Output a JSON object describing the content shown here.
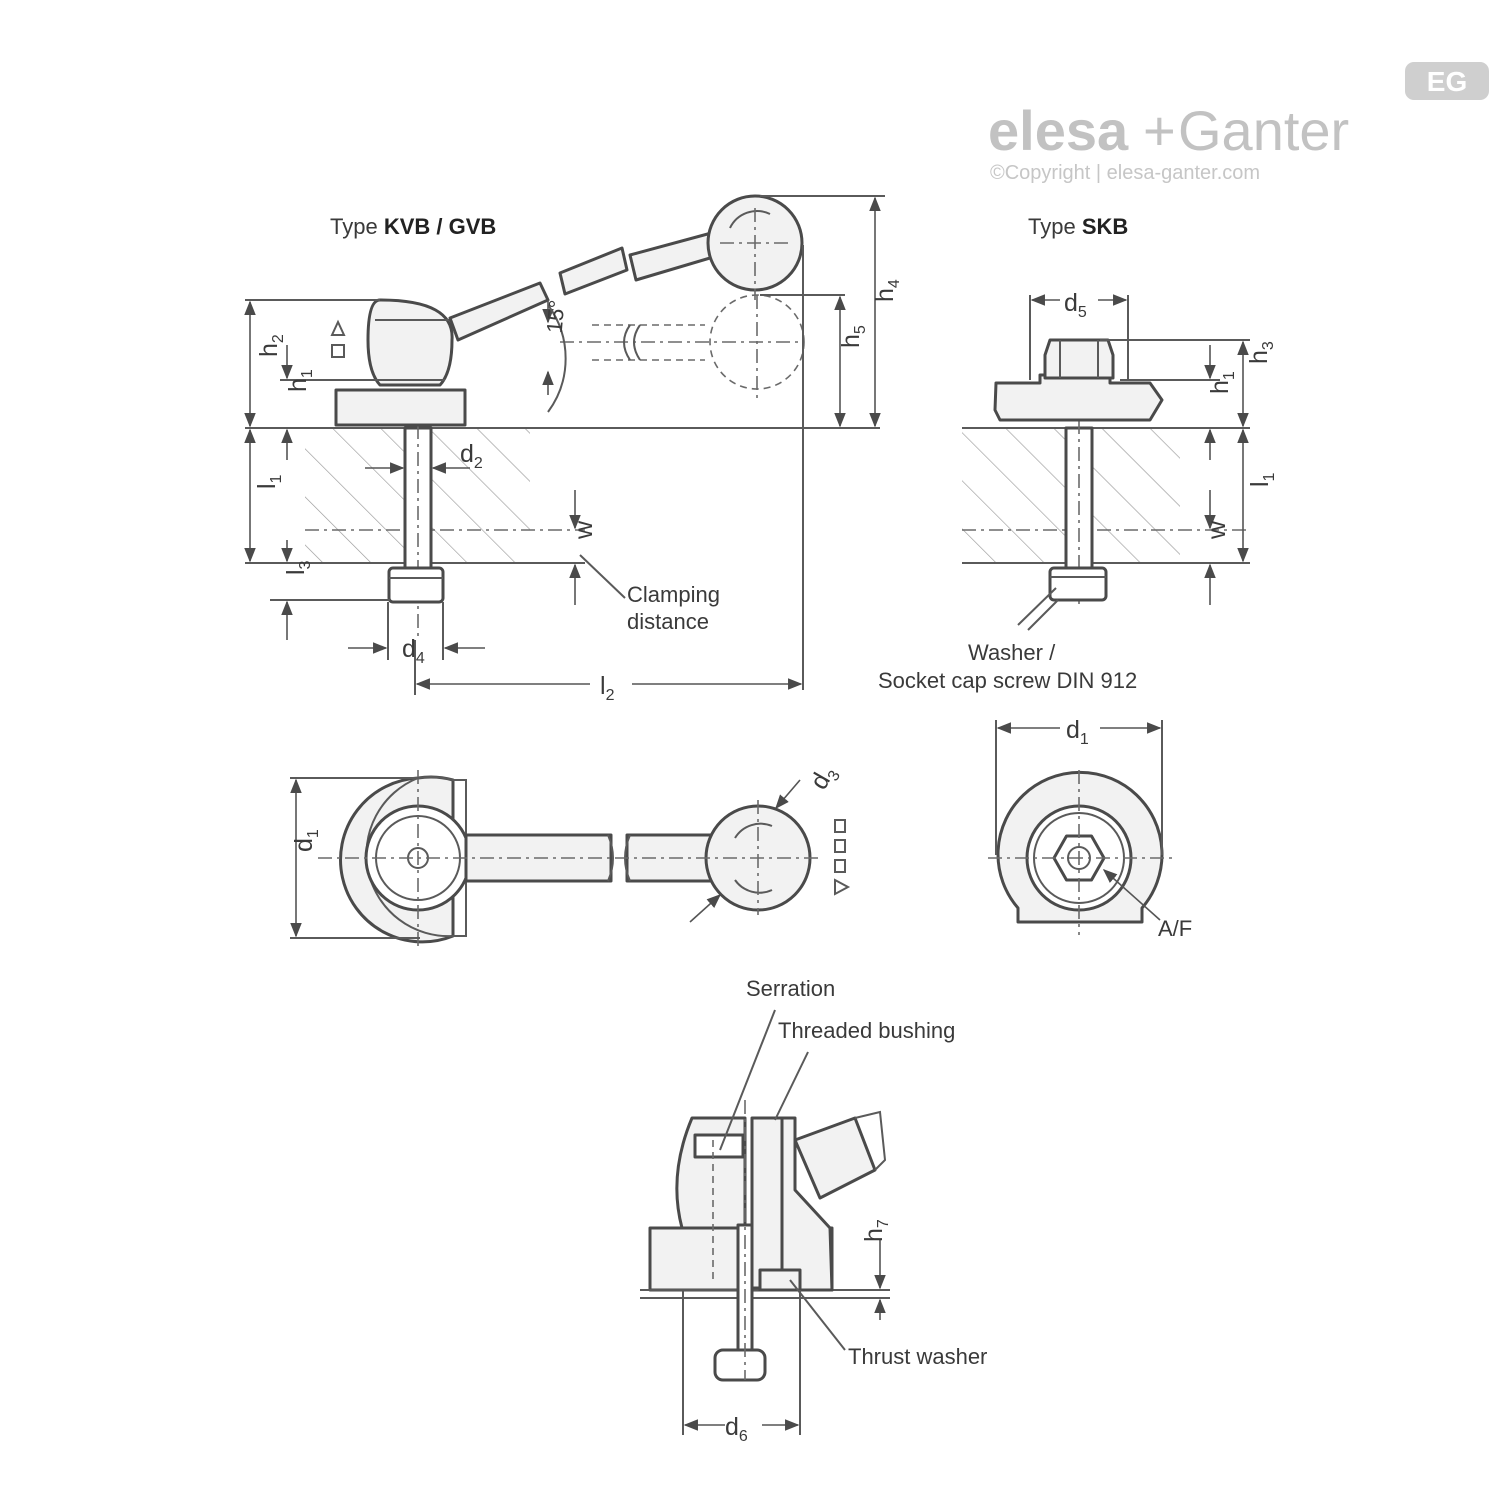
{
  "brand": {
    "name_1": "elesa",
    "plus": "+",
    "name_2": "Ganter",
    "badge": "EG",
    "copyright": "©Copyright | elesa-ganter.com"
  },
  "titles": {
    "kvb_prefix": "Type ",
    "kvb_bold": "KVB / GVB",
    "skb_prefix": "Type ",
    "skb_bold": "SKB"
  },
  "callouts": {
    "clamping_1": "Clamping",
    "clamping_2": "distance",
    "washer_1": "Washer /",
    "washer_2": "Socket cap screw DIN 912",
    "af": "A/F",
    "serration": "Serration",
    "threaded_bushing": "Threaded bushing",
    "thrust_washer": "Thrust washer",
    "angle": "15°"
  },
  "dims": {
    "h1": {
      "base": "h",
      "sub": "1"
    },
    "h2": {
      "base": "h",
      "sub": "2"
    },
    "h3": {
      "base": "h",
      "sub": "3"
    },
    "h4": {
      "base": "h",
      "sub": "4"
    },
    "h5": {
      "base": "h",
      "sub": "5"
    },
    "h7": {
      "base": "h",
      "sub": "7"
    },
    "l1": {
      "base": "l",
      "sub": "1"
    },
    "l2": {
      "base": "l",
      "sub": "2"
    },
    "l3": {
      "base": "l",
      "sub": "3"
    },
    "d1": {
      "base": "d",
      "sub": "1"
    },
    "d2": {
      "base": "d",
      "sub": "2"
    },
    "d3": {
      "base": "d",
      "sub": "3"
    },
    "d4": {
      "base": "d",
      "sub": "4"
    },
    "d5": {
      "base": "d",
      "sub": "5"
    },
    "d6": {
      "base": "d",
      "sub": "6"
    },
    "w": {
      "base": "w"
    }
  }
}
